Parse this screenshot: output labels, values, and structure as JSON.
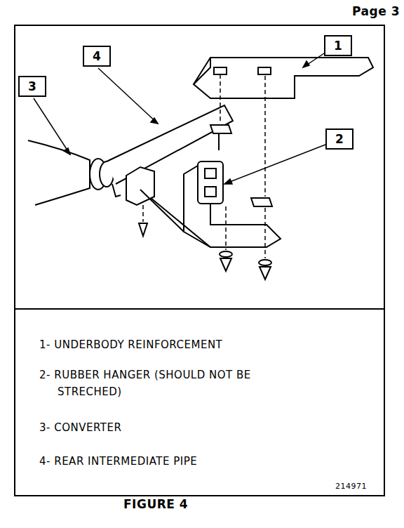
{
  "diagram": {
    "nodes": [
      {
        "text": [
          "4"
        ]
      },
      {
        "text": [
          "1"
        ]
      },
      {
        "text": [
          "3"
        ]
      },
      {
        "text": [
          "2"
        ]
      }
    ],
    "labels": [
      "Page 3",
      "1- UNDERBODY REINFORCEMENT",
      "2- RUBBER HANGER (SHOULD NOT BE STRECHED)",
      "3- CONVERTER",
      "4- REAR INTERMEDIATE PIPE",
      "214971",
      "FIGURE 4"
    ]
  }
}
